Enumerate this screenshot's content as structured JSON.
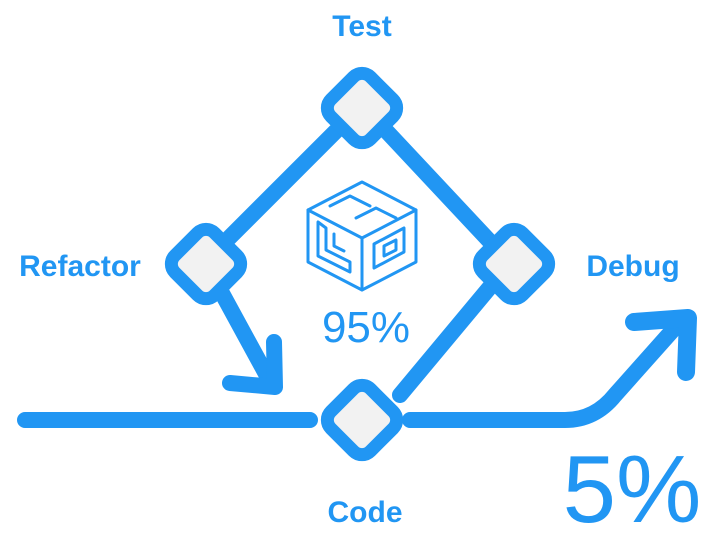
{
  "diagram": {
    "nodes": {
      "top": "Test",
      "left": "Refactor",
      "right": "Debug",
      "bottom": "Code"
    },
    "center_percent": "95%",
    "exit_percent": "5%"
  },
  "colors": {
    "primary": "#2196F3",
    "node_fill": "#F2F2F2",
    "background": "#FFFFFF"
  },
  "icons": {
    "center": "code-cube-icon",
    "exit": "arrow-up-right-icon",
    "return": "arrow-down-right-icon"
  }
}
